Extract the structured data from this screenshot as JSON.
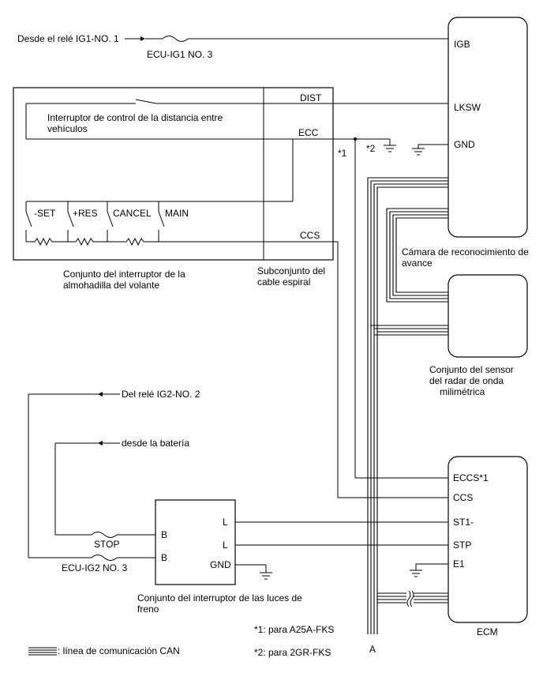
{
  "sources": {
    "ig1_relay": "Desde el relé IG1-NO. 1",
    "ig2_relay": "Del relé IG2-NO. 2",
    "battery": "desde la batería"
  },
  "fuses": {
    "ecu_ig1": "ECU-IG1 NO. 3",
    "stop": "STOP",
    "ecu_ig2": "ECU-IG2 NO. 3"
  },
  "steering_switch": {
    "label_line1": "Conjunto del interruptor de la",
    "label_line2": "almohadilla del volante",
    "distance_switch_line1": "Interruptor de control de la distancia entre",
    "distance_switch_line2": "vehículos",
    "switches": [
      "-SET",
      "+RES",
      "CANCEL",
      "MAIN"
    ]
  },
  "spiral_cable": {
    "label_line1": "Subconjunto del",
    "label_line2": "cable espiral",
    "terminals": [
      "DIST",
      "ECC",
      "CCS"
    ]
  },
  "camera": {
    "label_line1": "Cámara de reconocimiento de",
    "label_line2": "avance",
    "terminals": [
      "IGB",
      "LKSW",
      "GND"
    ]
  },
  "radar": {
    "label_line1": "Conjunto del sensor",
    "label_line2": "del radar de onda",
    "label_line3": "milimétrica"
  },
  "stop_light_switch": {
    "label_line1": "Conjunto del interruptor de las luces de",
    "label_line2": "freno",
    "left_terminals": [
      "B",
      "B"
    ],
    "right_terminals": [
      "L",
      "L",
      "GND"
    ]
  },
  "ecm": {
    "label": "ECM",
    "terminals": [
      "ECCS*1",
      "CCS",
      "ST1-",
      "STP",
      "E1"
    ]
  },
  "markers": {
    "star1": "*1",
    "star2": "*2",
    "bus_end": "A"
  },
  "notes": {
    "note1": "*1: para A25A-FKS",
    "note2": "*2: para 2GR-FKS",
    "legend": ": línea de comunicación CAN"
  }
}
